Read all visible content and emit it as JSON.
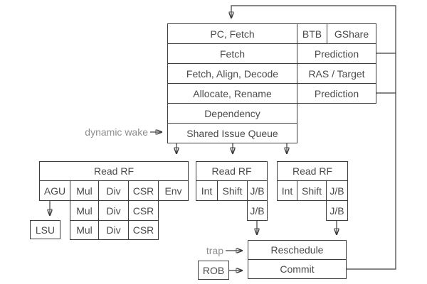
{
  "diagram_title": "processor pipeline diagram",
  "colors": {
    "background": "#ffffff",
    "box_border": "#3d3d3d",
    "box_text": "#4a4a4a",
    "annotation_text": "#8e8e8e",
    "wire": "#3d3d3d"
  },
  "pipeline": {
    "pc_fetch": "PC, Fetch",
    "btb": "BTB",
    "gshare": "GShare",
    "fetch": "Fetch",
    "prediction1": "Prediction",
    "fetch_align_decode": "Fetch, Align, Decode",
    "ras_target": "RAS / Target",
    "allocate_rename": "Allocate, Rename",
    "prediction2": "Prediction",
    "dependency": "Dependency",
    "shared_issue_queue": "Shared Issue Queue"
  },
  "annotations": {
    "dynamic_wake": "dynamic wake",
    "trap": "trap"
  },
  "mem_cluster": {
    "header": "Read RF",
    "row1": [
      "AGU",
      "Mul",
      "Div",
      "CSR",
      "Env"
    ],
    "row2": [
      "Mul",
      "Div",
      "CSR"
    ],
    "row3": [
      "Mul",
      "Div",
      "CSR"
    ],
    "lsu": "LSU"
  },
  "int_cluster_1": {
    "header": "Read RF",
    "row1": [
      "Int",
      "Shift",
      "J/B"
    ],
    "row2": [
      "J/B"
    ]
  },
  "int_cluster_2": {
    "header": "Read RF",
    "row1": [
      "Int",
      "Shift",
      "J/B"
    ],
    "row2": [
      "J/B"
    ]
  },
  "retire": {
    "reschedule": "Reschedule",
    "commit": "Commit",
    "rob": "ROB"
  }
}
